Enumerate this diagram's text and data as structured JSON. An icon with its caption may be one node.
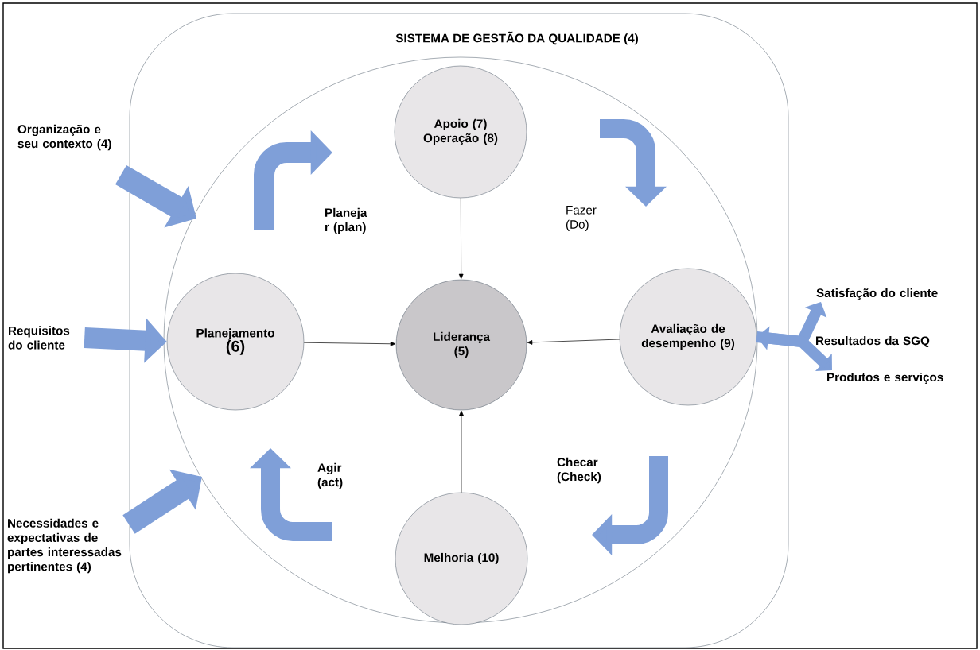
{
  "diagram": {
    "nodes": [
      {
        "text": [
          "SISTEMA DE GESTÃO DA QUALIDADE (4)"
        ]
      },
      {
        "text": [],
        "shape": "circle",
        "in": 0
      },
      {
        "text": [
          "Apoio (7) Operação (8)"
        ],
        "in": 1
      },
      {
        "text": [
          "Planejamento",
          "(6)"
        ],
        "in": 1
      },
      {
        "text": [
          "Liderança (5)"
        ],
        "in": 1
      },
      {
        "text": [
          "Avaliação de desempenho (9)"
        ],
        "in": 1
      },
      {
        "text": [
          "Melhoria (10)"
        ],
        "in": 1
      },
      {
        "text": [
          "Organização e seu contexto (4)"
        ]
      },
      {
        "text": [
          "Requisitos do cliente"
        ]
      },
      {
        "text": [
          "Necessidades e expectativas de partes interessadas pertinentes (4)"
        ]
      },
      {
        "text": [
          "Satisfação do cliente"
        ]
      },
      {
        "text": [
          "Produtos e serviços"
        ]
      }
    ],
    "edges": [
      {
        "from": 2,
        "to": 4,
        "arrow": "to",
        "color": "#000000"
      },
      {
        "from": 3,
        "to": 4,
        "arrow": "to",
        "color": "#000000"
      },
      {
        "from": 5,
        "to": 4,
        "arrow": "to",
        "color": "#000000"
      },
      {
        "from": 6,
        "to": 4,
        "arrow": "to",
        "color": "#000000"
      },
      {
        "from": 7,
        "to": 1,
        "arrow": "to",
        "style": "thick"
      },
      {
        "from": 8,
        "to": 3,
        "arrow": "to",
        "style": "thick"
      },
      {
        "from": 9,
        "to": 1,
        "arrow": "to",
        "style": "thick"
      },
      {
        "from": 5,
        "to": 10,
        "arrow": "both"
      },
      {
        "from": 5,
        "to": 11,
        "arrow": "to"
      }
    ],
    "labels": [
      "Planeja r (plan)",
      "Fazer (Do)",
      "Resultados da SGQ",
      "Agir (act)",
      "Checar (Check)"
    ]
  }
}
